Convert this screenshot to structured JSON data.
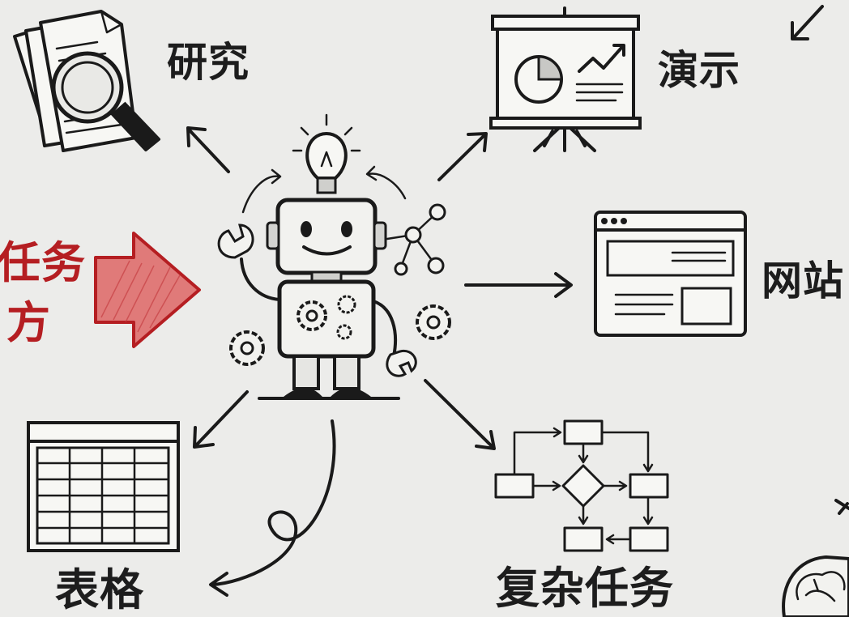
{
  "labels": {
    "research": "研究",
    "presentation": "演示",
    "website": "网站",
    "spreadsheet": "表格",
    "complex_tasks": "复杂任务",
    "left_line1": "任务",
    "left_line2": "方"
  },
  "colors": {
    "background": "#ececea",
    "ink": "#1a1a1a",
    "accent_red": "#b51e22",
    "arrow_fill": "#e07a79"
  },
  "icons": [
    "document-magnifier-icon",
    "presentation-board-icon",
    "website-browser-icon",
    "spreadsheet-table-icon",
    "flowchart-icon",
    "robot-icon",
    "lightbulb-icon",
    "gear-icon",
    "wrench-icon",
    "brain-icon"
  ]
}
